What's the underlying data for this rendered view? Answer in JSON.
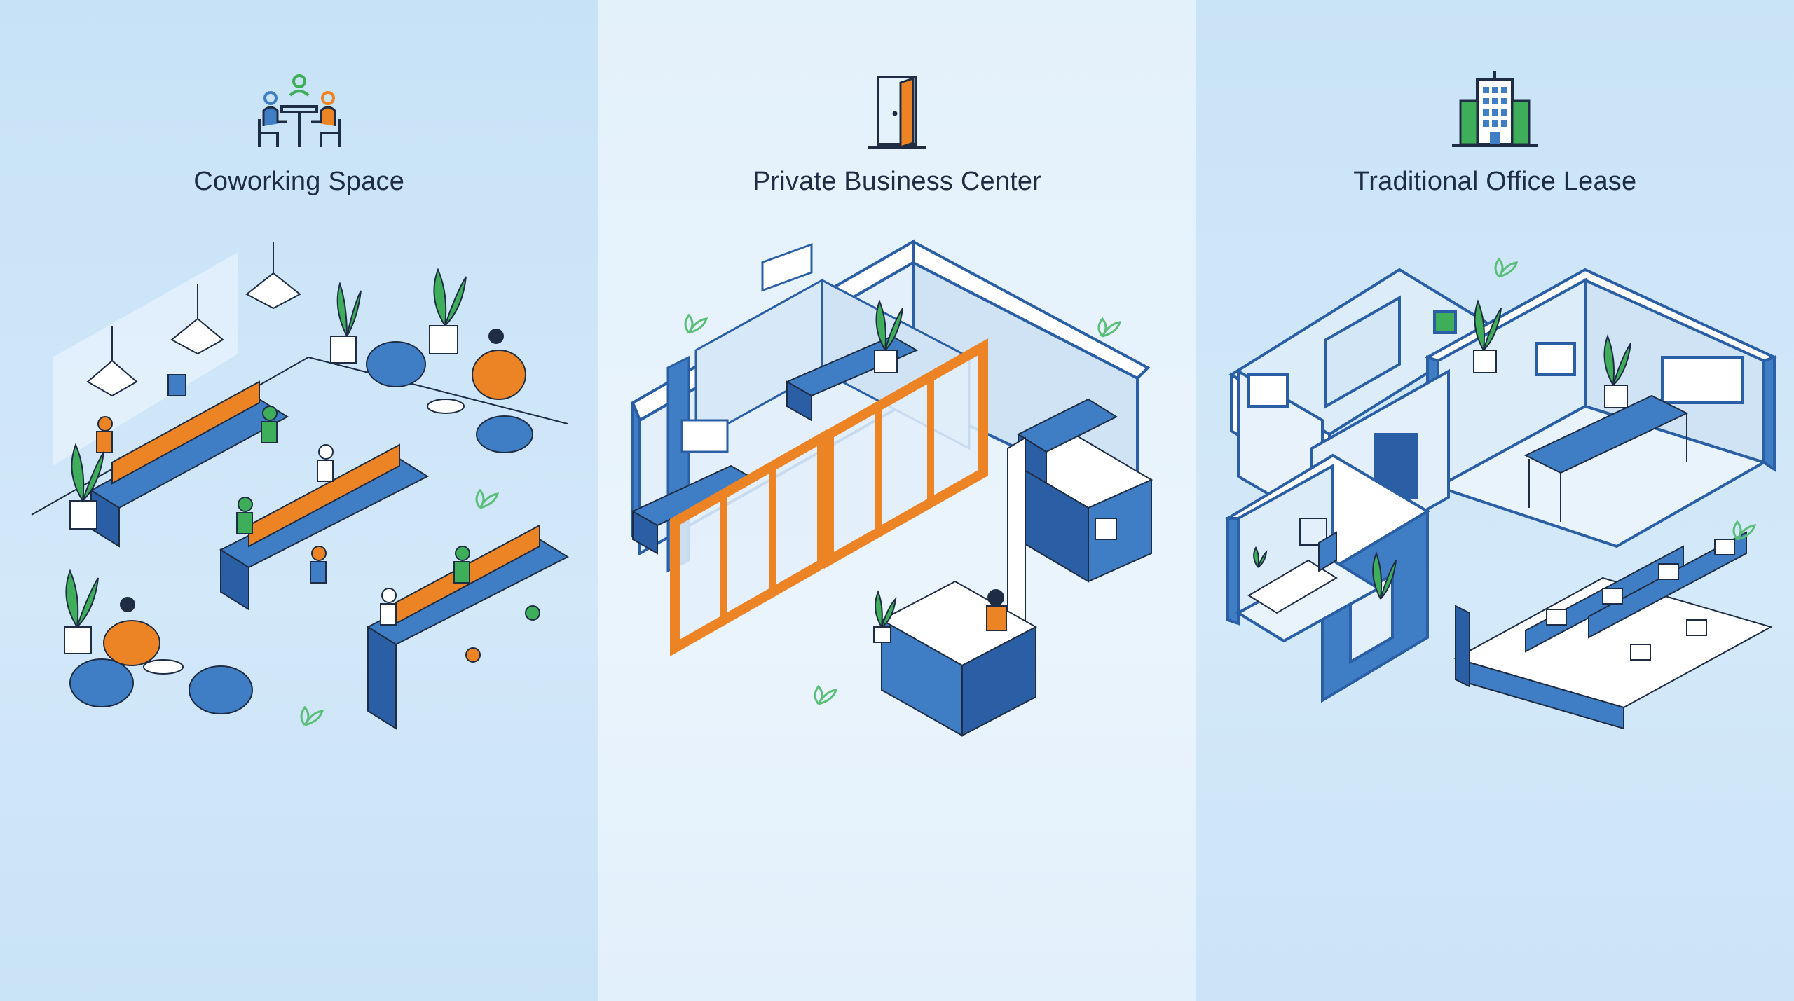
{
  "colors": {
    "primary_blue": "#3f7ec4",
    "dark_blue": "#2a5fa6",
    "orange": "#ec8325",
    "green": "#3fae5a",
    "leaf_light": "#5bbf7a",
    "text": "#1f2d44"
  },
  "panels": [
    {
      "title": "Coworking Space",
      "icon": "people-at-table-icon"
    },
    {
      "title": "Private Business Center",
      "icon": "open-door-icon"
    },
    {
      "title": "Traditional Office Lease",
      "icon": "office-building-icon"
    }
  ]
}
